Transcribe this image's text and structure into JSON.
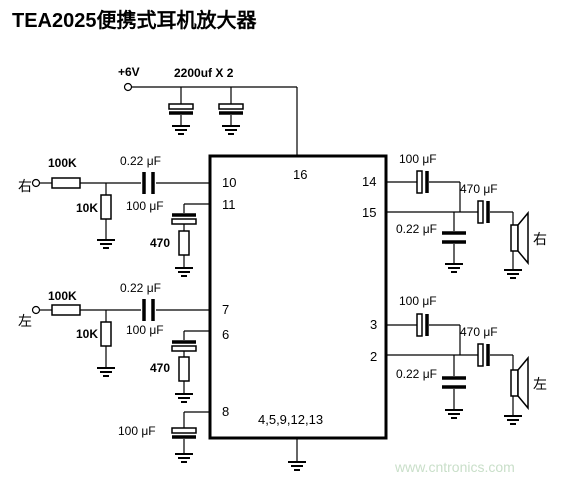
{
  "title": "TEA2025便携式耳机放大器",
  "watermark": "www.cntronics.com",
  "supply": {
    "voltage": "+6V",
    "caps": "2200uf X 2"
  },
  "chip_pins": {
    "p16": "16",
    "p10": "10",
    "p11": "11",
    "p7": "7",
    "p6": "6",
    "p8": "8",
    "p14": "14",
    "p15": "15",
    "p3": "3",
    "p2": "2",
    "gnd_pins": "4,5,9,12,13"
  },
  "right_channel": {
    "input_label": "右",
    "series_resistor": "100K",
    "shunt_resistor": "10K",
    "input_cap": "0.22 μF",
    "pin11_cap": "100 μF",
    "pin11_resistor": "470",
    "bootstrap_cap": "100 μF",
    "filter_cap": "0.22 μF",
    "output_cap": "470 μF",
    "speaker_label": "右"
  },
  "left_channel": {
    "input_label": "左",
    "series_resistor": "100K",
    "shunt_resistor": "10K",
    "input_cap": "0.22 μF",
    "pin6_cap": "100 μF",
    "pin6_resistor": "470",
    "bootstrap_cap": "100 μF",
    "filter_cap": "0.22 μF",
    "output_cap": "470 μF",
    "speaker_label": "左"
  },
  "pin8_cap": "100 μF"
}
